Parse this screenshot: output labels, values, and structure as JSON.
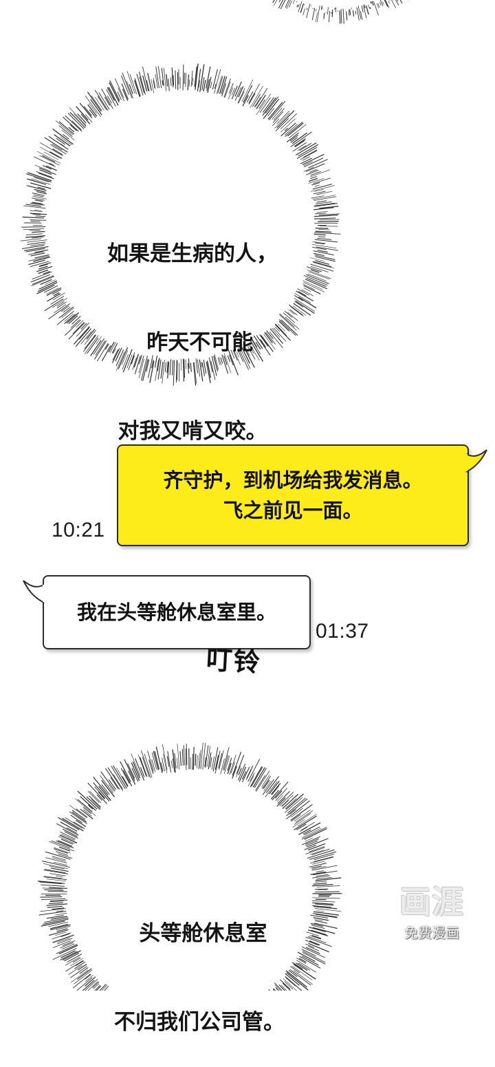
{
  "thought_1": {
    "lines": [
      "如果是生病的人，",
      "  昨天不可能",
      "对我又啃又咬。"
    ]
  },
  "chat": {
    "sent": {
      "lines": [
        "齐守护，到机场给我发消息。",
        "飞之前见一面。"
      ],
      "time": "10:21",
      "bubble_color": "#fdeb1a"
    },
    "received": {
      "text": "我在头等舱休息室里。",
      "time": "01:37",
      "bubble_color": "#ffffff"
    }
  },
  "sound_effect": "叮铃",
  "thought_2": {
    "lines": [
      " 头等舱休息室",
      "不归我们公司管。"
    ]
  },
  "watermark": {
    "logo": "画涯",
    "caption": "免费漫画"
  }
}
